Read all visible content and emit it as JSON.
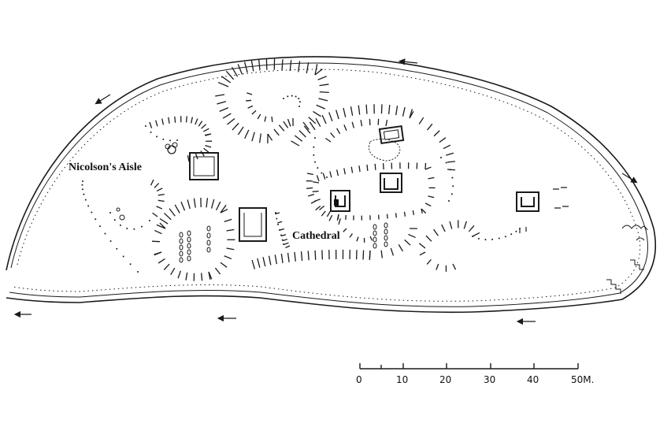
{
  "labels": {
    "nicolson": "Nicolson's Aisle",
    "cathedral": "Cathedral"
  },
  "scale_bar": {
    "ticks": [
      "0",
      "10",
      "20",
      "30",
      "40",
      "50"
    ],
    "unit": "M."
  },
  "colors": {
    "ink": "#1a1a1a",
    "paper": "#ffffff"
  }
}
